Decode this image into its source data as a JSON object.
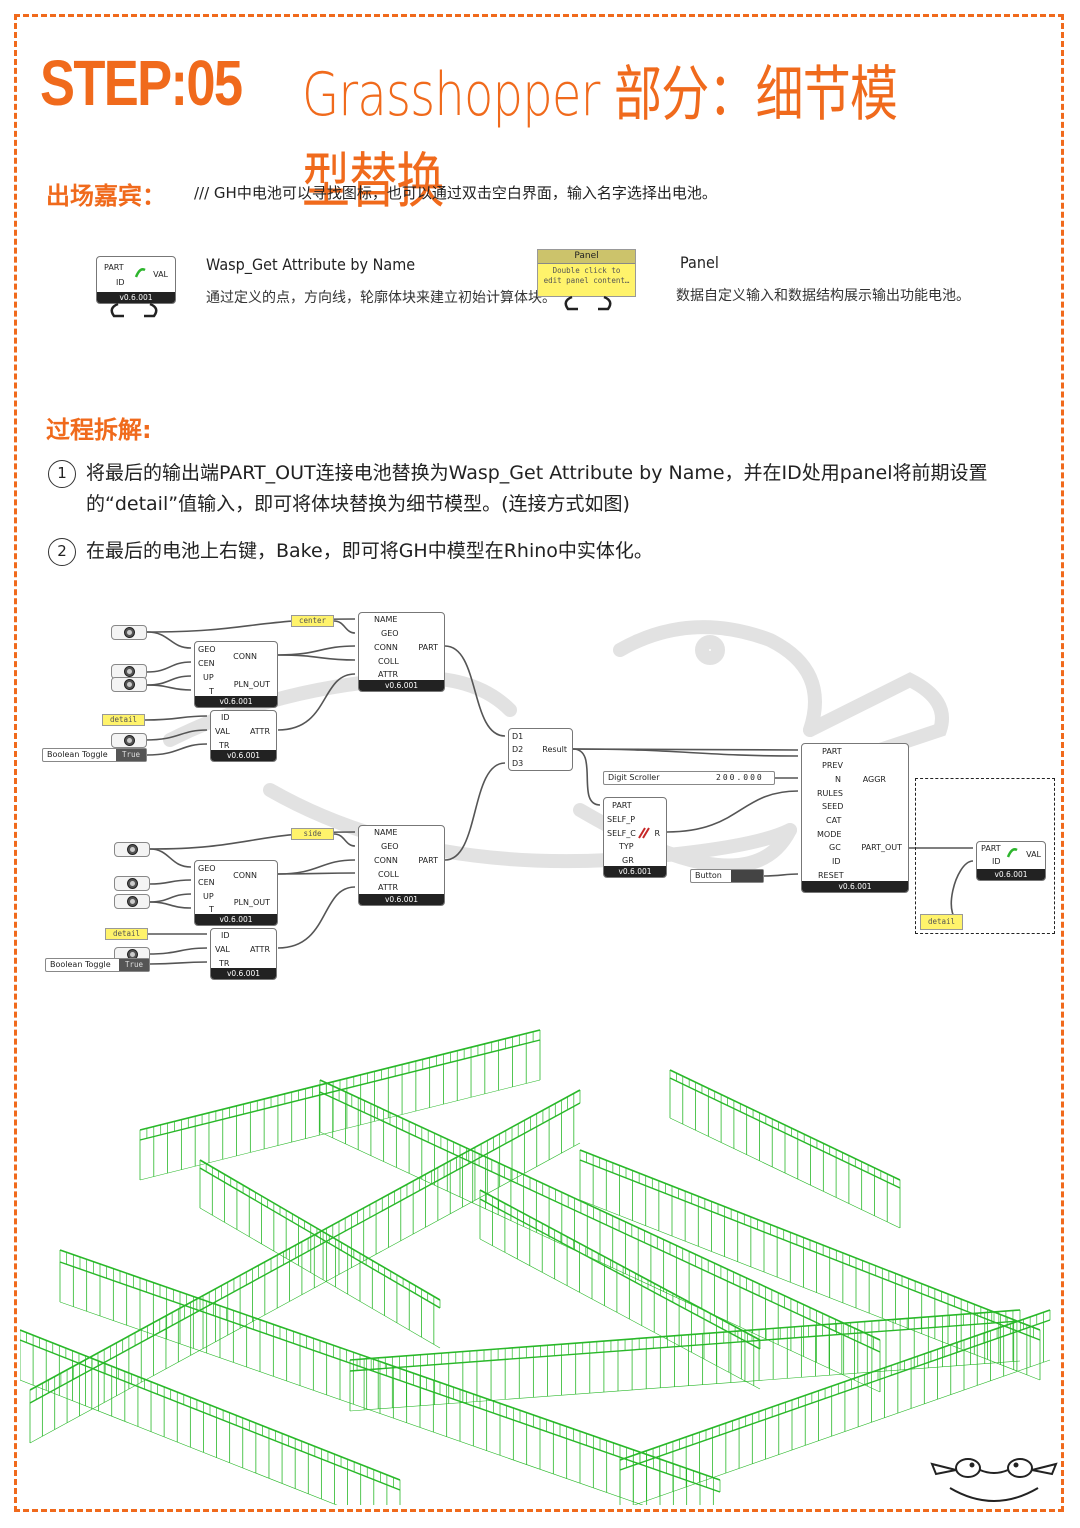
{
  "header": {
    "step": "STEP:05",
    "title": "Grasshopper 部分：细节模型替换"
  },
  "guests": {
    "heading": "出场嘉宾：",
    "note": "/// GH中电池可以寻找图标，也可以通过双击空白界面，输入名字选择出电池。",
    "components": [
      {
        "name": "Wasp_Get Attribute by Name",
        "desc": "通过定义的点，方向线，轮廓体块来建立初始计算体块。",
        "inputs": [
          "PART",
          "ID"
        ],
        "output": "VAL",
        "version": "v0.6.001"
      },
      {
        "name": "Panel",
        "desc": "数据自定义输入和数据结构展示输出功能电池。",
        "title": "Panel",
        "text": "Double click to edit panel content…"
      }
    ]
  },
  "process": {
    "heading": "过程拆解:",
    "steps": [
      {
        "num": "1",
        "text": "将最后的输出端PART_OUT连接电池替换为Wasp_Get Attribute by Name，并在ID处用panel将前期设置的“detail”值输入，即可将体块替换为细节模型。(连接方式如图)"
      },
      {
        "num": "2",
        "text": "在最后的电池上右键，Bake，即可将GH中模型在Rhino中实体化。"
      }
    ]
  },
  "graph": {
    "version": "v0.6.001",
    "panel_center": "center",
    "panel_side": "side",
    "panel_detail": "detail",
    "toggle_label": "Boolean Toggle",
    "toggle_value": "True",
    "scroller_label": "Digit Scroller",
    "scroller_value": "200.000",
    "button_label": "Button",
    "part_inputs": [
      "NAME",
      "GEO",
      "CONN",
      "COLL",
      "ATTR"
    ],
    "part_output": "PART",
    "conn_inputs": [
      "GEO",
      "CEN",
      "UP",
      "T"
    ],
    "conn_outputs": [
      "CONN",
      "PLN_OUT"
    ],
    "attr_inputs": [
      "ID",
      "VAL",
      "TR"
    ],
    "attr_output": "ATTR",
    "merge_inputs": [
      "D1",
      "D2",
      "D3"
    ],
    "merge_output": "Result",
    "rules_inputs": [
      "PART",
      "SELF_P",
      "SELF_C",
      "TYP",
      "GR"
    ],
    "rules_output": "R",
    "aggr_inputs": [
      "PART",
      "PREV",
      "N",
      "RULES",
      "SEED",
      "CAT",
      "MODE",
      "GC",
      "ID",
      "RESET"
    ],
    "aggr_outputs": [
      "AGGR",
      "PART_OUT"
    ],
    "get_inputs": [
      "PART",
      "ID"
    ],
    "get_output": "VAL"
  }
}
